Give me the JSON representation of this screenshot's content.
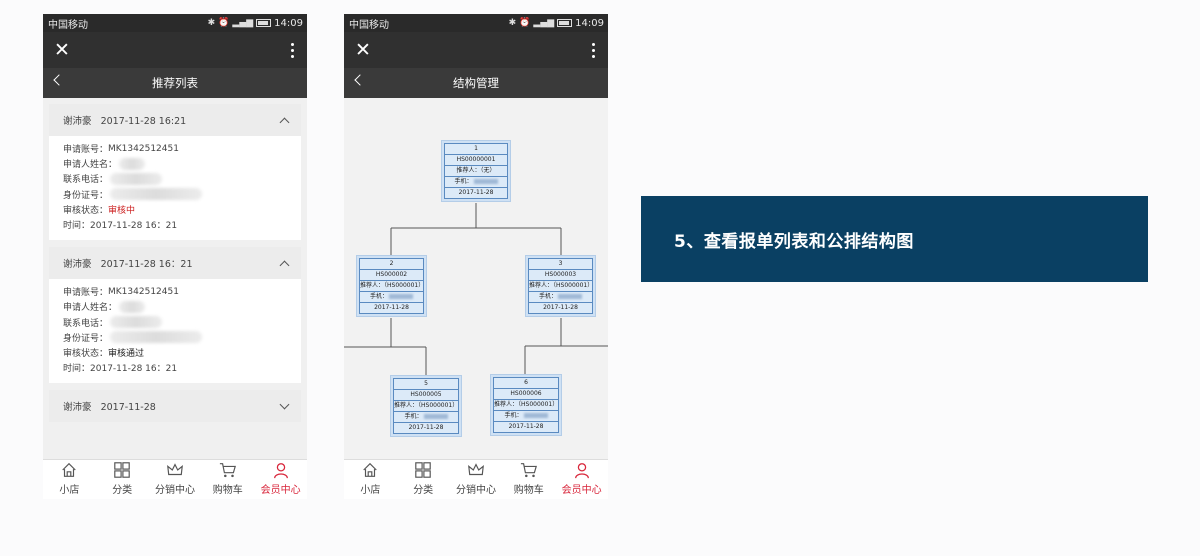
{
  "status": {
    "carrier": "中国移动",
    "time": "14:09"
  },
  "phone1": {
    "title": "推荐列表",
    "cards": [
      {
        "name": "谢沛豪",
        "date": "2017-11-28  16:21",
        "expanded": true,
        "account_label": "申请账号：",
        "account": "MK1342512451",
        "applicant_label": "申请人姓名：",
        "phone_label": "联系电话：",
        "id_label": "身份证号：",
        "status_label": "审核状态：",
        "status": "审核中",
        "time_label": "时间：",
        "time": "2017-11-28  16：21"
      },
      {
        "name": "谢沛豪",
        "date": "2017-11-28  16：21",
        "expanded": true,
        "account_label": "申请账号：",
        "account": "MK1342512451",
        "applicant_label": "申请人姓名：",
        "phone_label": "联系电话：",
        "id_label": "身份证号：",
        "status_label": "审核状态：",
        "status": "审核通过",
        "time_label": "时间：",
        "time": "2017-11-28  16：21"
      },
      {
        "name": "谢沛豪",
        "date": "2017-11-28",
        "expanded": false
      }
    ]
  },
  "phone2": {
    "title": "结构管理",
    "nodes": [
      {
        "num": "1",
        "code": "HS00000001",
        "referrer": "推荐人：（无）",
        "mobile": "手机：",
        "date": "2017-11-28"
      },
      {
        "num": "2",
        "code": "HS000002",
        "referrer": "推荐人：（HS000001）",
        "mobile": "手机：",
        "date": "2017-11-28"
      },
      {
        "num": "3",
        "code": "HS000003",
        "referrer": "推荐人：（HS000001）",
        "mobile": "手机：",
        "date": "2017-11-28"
      },
      {
        "num": "5",
        "code": "HS000005",
        "referrer": "推荐人：（HS000001）",
        "mobile": "手机：",
        "date": "2017-11-28"
      },
      {
        "num": "6",
        "code": "HS000006",
        "referrer": "推荐人：（HS000001）",
        "mobile": "手机：",
        "date": "2017-11-28"
      }
    ]
  },
  "tabbar": {
    "items": [
      {
        "label": "小店",
        "icon": "home-icon"
      },
      {
        "label": "分类",
        "icon": "grid-icon"
      },
      {
        "label": "分销中心",
        "icon": "crown-icon"
      },
      {
        "label": "购物车",
        "icon": "cart-icon"
      },
      {
        "label": "会员中心",
        "icon": "user-icon",
        "active": true
      }
    ]
  },
  "banner": {
    "text": "5、查看报单列表和公排结构图"
  },
  "colors": {
    "banner_bg": "#0a4063",
    "active_tab": "#d8263b",
    "status_pending": "#cc2020",
    "node_fill": "#dceaf8",
    "node_border": "#5a8ac0"
  }
}
